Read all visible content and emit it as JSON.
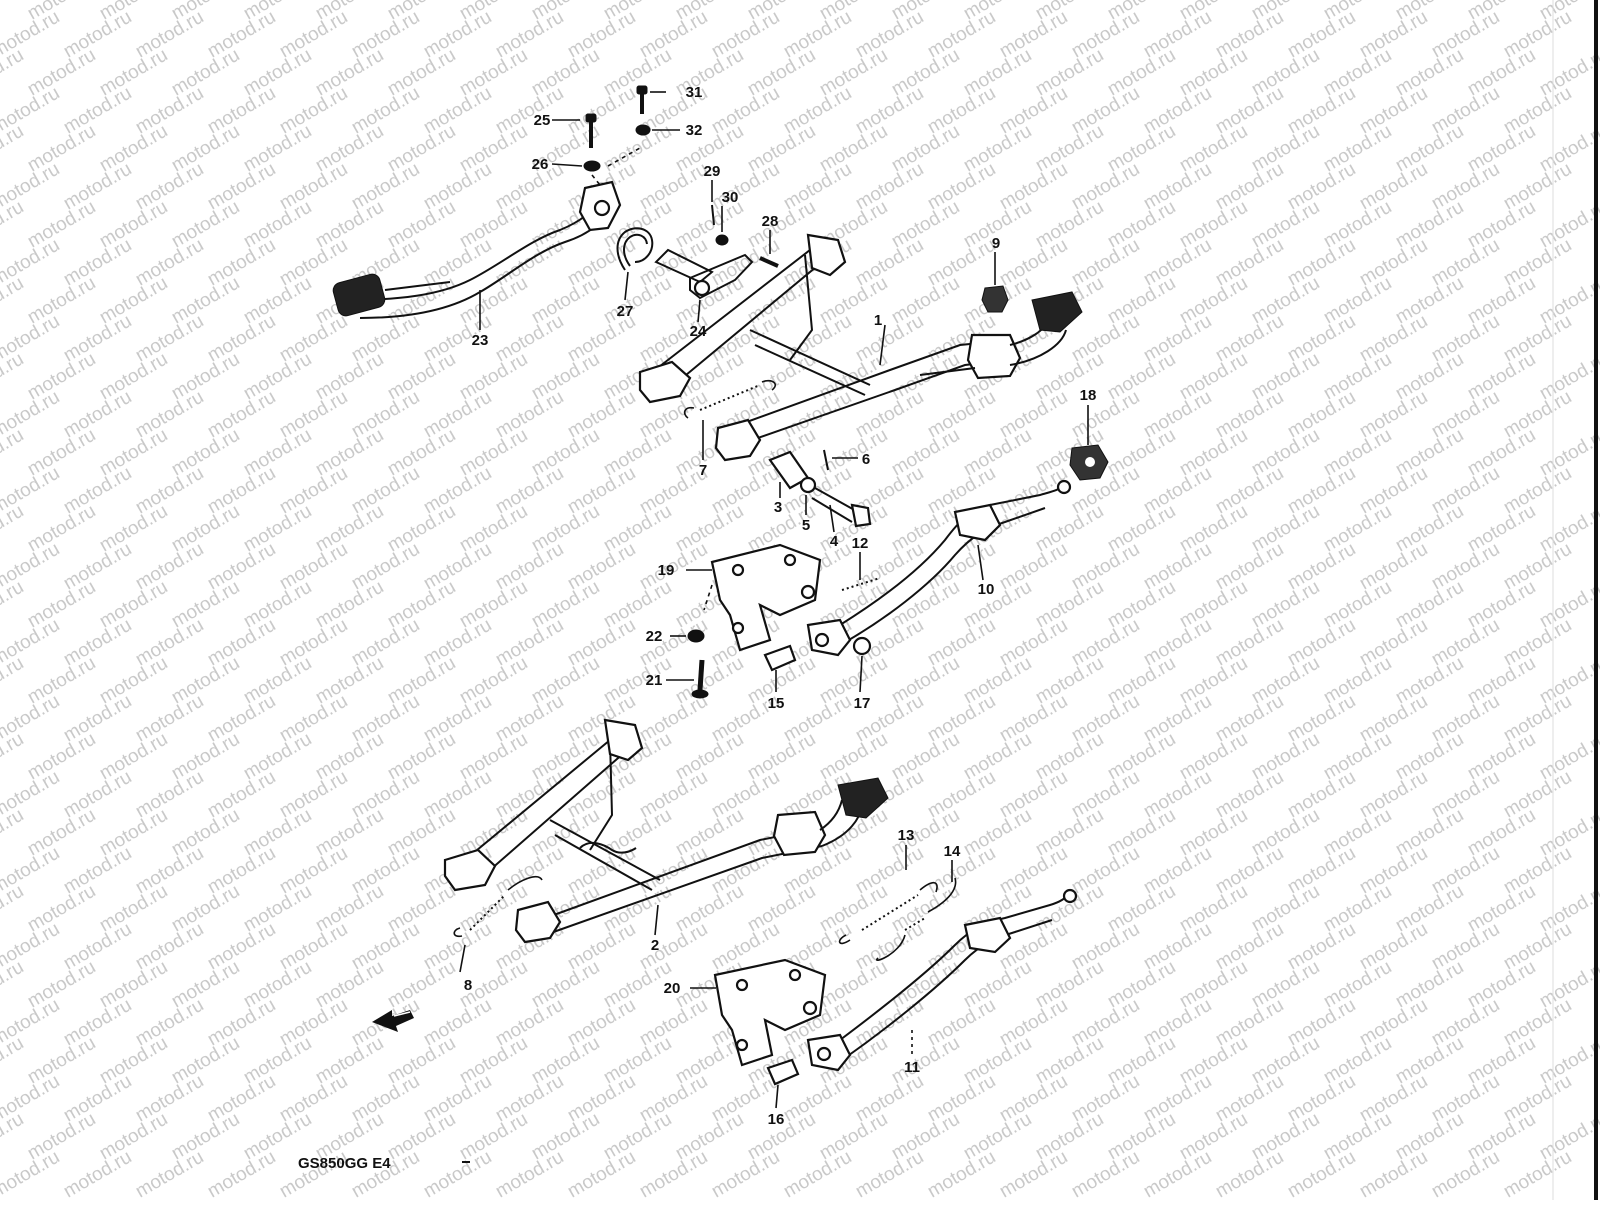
{
  "watermark": {
    "text": "motod.ru",
    "color": "#c9c9c9"
  },
  "diagram": {
    "model_code": "GS850GG E4",
    "labels": [
      {
        "id": "1",
        "text": "1"
      },
      {
        "id": "2",
        "text": "2"
      },
      {
        "id": "3",
        "text": "3"
      },
      {
        "id": "4",
        "text": "4"
      },
      {
        "id": "5",
        "text": "5"
      },
      {
        "id": "6",
        "text": "6"
      },
      {
        "id": "7",
        "text": "7"
      },
      {
        "id": "8",
        "text": "8"
      },
      {
        "id": "9",
        "text": "9"
      },
      {
        "id": "10",
        "text": "10"
      },
      {
        "id": "11",
        "text": "11"
      },
      {
        "id": "12",
        "text": "12"
      },
      {
        "id": "13",
        "text": "13"
      },
      {
        "id": "14",
        "text": "14"
      },
      {
        "id": "15",
        "text": "15"
      },
      {
        "id": "16",
        "text": "16"
      },
      {
        "id": "17",
        "text": "17"
      },
      {
        "id": "18",
        "text": "18"
      },
      {
        "id": "19",
        "text": "19"
      },
      {
        "id": "20",
        "text": "20"
      },
      {
        "id": "21",
        "text": "21"
      },
      {
        "id": "22",
        "text": "22"
      },
      {
        "id": "23",
        "text": "23"
      },
      {
        "id": "24",
        "text": "24"
      },
      {
        "id": "25",
        "text": "25"
      },
      {
        "id": "26",
        "text": "26"
      },
      {
        "id": "27",
        "text": "27"
      },
      {
        "id": "28",
        "text": "28"
      },
      {
        "id": "29",
        "text": "29"
      },
      {
        "id": "30",
        "text": "30"
      },
      {
        "id": "31",
        "text": "31"
      },
      {
        "id": "32",
        "text": "32"
      }
    ],
    "icons": {
      "front_direction": "front-direction-arrow-icon"
    }
  }
}
